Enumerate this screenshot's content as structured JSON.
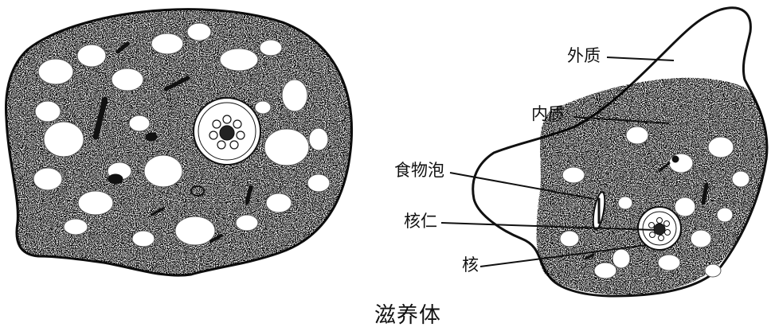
{
  "labels": {
    "ectoplasm": "外质",
    "endoplasm": "内质",
    "food_vacuole": "食物泡",
    "nucleolus": "核仁",
    "nucleus": "核"
  },
  "caption": "滋养体",
  "colors": {
    "ink": "#111111",
    "paper": "#ffffff"
  }
}
